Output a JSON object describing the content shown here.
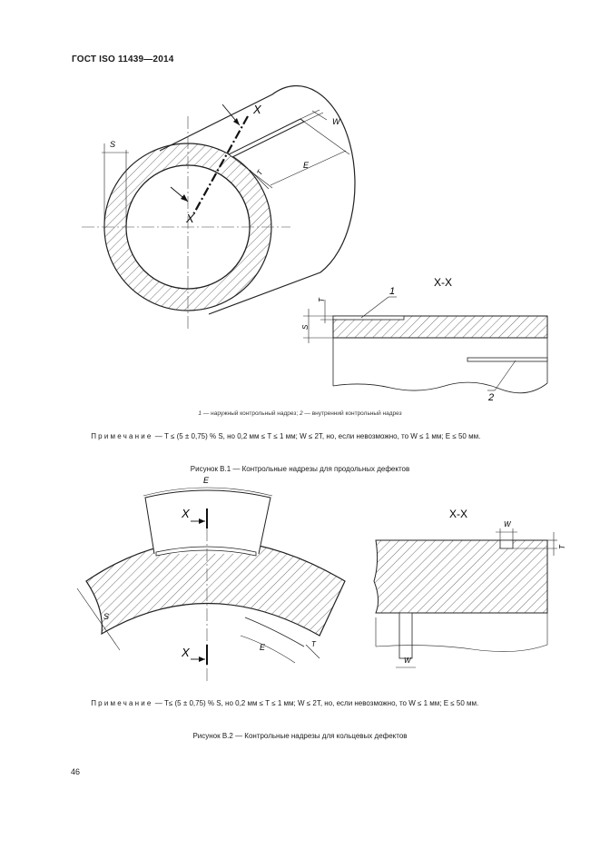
{
  "header": {
    "title": "ГОСТ ISO 11439—2014"
  },
  "figure1": {
    "labels": {
      "W": "W",
      "S": "S",
      "T": "T",
      "E": "E",
      "X": "X",
      "section": "X-X",
      "n1": "1",
      "n2": "2"
    },
    "legend_n1": "1",
    "legend_t1": " — наружный контрольный надрез; ",
    "legend_n2": "2",
    "legend_t2": " — внутренний контрольный надрез",
    "note_lead": "Примечание",
    "note_parts": [
      "T ≤ (5 ± 0,75) % S, но 0,2 мм ≤ T ≤ 1 мм;  W ≤ 2T, но, если невозможно, то W ≤ 1 мм; E ≤ 50 мм."
    ],
    "caption": "Рисунок В.1 — Контрольные надрезы для продольных дефектов"
  },
  "figure2": {
    "labels": {
      "E": "E",
      "X": "X",
      "S": "S",
      "T": "T",
      "W": "W",
      "section": "X-X"
    },
    "note_lead": "Примечание",
    "note_parts": [
      "Т≤ (5 ± 0,75) % S, но 0,2 мм ≤ T ≤ 1 мм; W ≤ 2T, но, если невозможно, то W ≤ 1 мм; E ≤ 50 мм."
    ],
    "caption": "Рисунок В.2 — Контрольные надрезы для кольцевых дефектов"
  },
  "page_number": "46"
}
